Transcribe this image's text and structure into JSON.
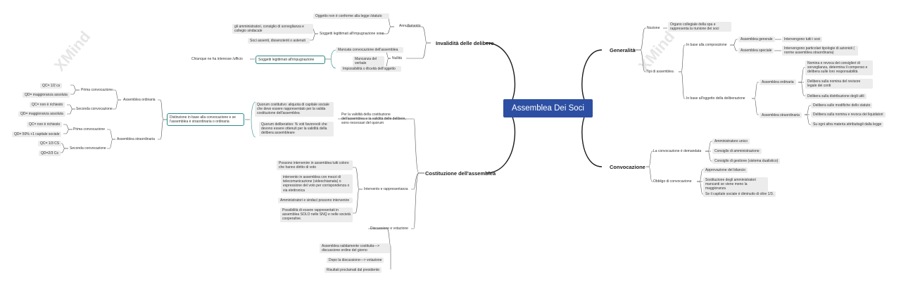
{
  "root": "Assemblea Dei Soci",
  "watermark": "XMind",
  "left": {
    "invalidita": {
      "title": "Invalidità delle delibere",
      "annullamento": "Annullamento",
      "a1": "Oggetto non è conforme alla legge /statuto",
      "sogg_legit": "Soggetti legittimati all'impugnazione sono",
      "s1": "gli amministratori, consiglio di sorveglianza e collegio sindacale",
      "s2": "Soci assenti, dissenzienti o astenuti",
      "nullita": "Nullità",
      "n1": "Mancata convocazione dell'assemblea",
      "n2": "Mancanza del verbale",
      "n3": "Impossibilità o illiceità dell'oggetto",
      "sogg_imp": "Soggetti legittimati all'impugnazione",
      "chiunque": "Chiunque ne ha interesse /ufficio"
    },
    "costituzione": {
      "title": "Costituzione dell'assemblea",
      "validita": "Per la validità della costituzione dell'assemblea e la validità delle delibere, sono necessari del quorum",
      "quorum_cost": "Quorum costitutivo: aliquota di capitale sociale che deve essere rappresentato per la valida costituzione dell'assemblea",
      "quorum_del": "Quorum deliberativo: % voti favorevoli che devono essere ottenuti per la validità della delibera assembleare",
      "distinzione": "Distinzione in base alla convocazione e se l'assemblea è straordinaria o ordinaria",
      "ordinaria": "Assemblea ordinaria",
      "prima1": "Prima convocazione",
      "qc1": "QC= 1/2 cs",
      "qd1": "QD= maggioranza assoluta",
      "seconda1": "Seconda convocazione",
      "qc2": "QC= non è richiesto",
      "qd2": "QD= maggioranza assoluta",
      "straordinaria": "Assemblea straordinaria",
      "prima2": "Prima convocazione",
      "qc3": "QC= non è richiesto",
      "qd3": "QD= 50% +1 capitale sociale",
      "seconda2": "Seconda convocazione",
      "qc4": "QC= 1/3 CS",
      "qd4": "QD=2/3 Cs",
      "intervento": "Intervento e rappresentanza",
      "i1": "Possono intervenire in assemblea tutti coloro che hanno diritto di voto",
      "i2": "intervento in assemblea con mezzi di telecomunicazione (videochiamata) o espressione del voto per corrispondenza o via elettronica",
      "i3": "Amministratori e sindaci possono intervenire",
      "i4": "Possibilità di essere rappresentati in assemblea SOLO nelle SNQ e nelle società cooperative.",
      "discussione": "Discussione e votazione",
      "d1": "Assemblea validamente costituita—> discussione ordine del giorno",
      "d2": "Dopo la discussione—> votazione",
      "d3": "Risultati proclamati dal presidente"
    }
  },
  "right": {
    "generalita": {
      "title": "Generalità",
      "nozione": "Nozione",
      "nozione_text": "Organo collegiale della spa e rappresenta la riunione dei soci",
      "tipi": "Tipi di assemblea",
      "composizione": "In base alla composizione",
      "generale": "Assemblea generale",
      "generale_text": "Intervengono tutti i soci",
      "speciale": "Assemblea speciale",
      "speciale_text": "Intervengono particolari tipologie di azionisti ( norme assemblea straordinaria)",
      "oggetto": "In base all'oggetto della deliberazione",
      "ordinaria": "Assemblea ordinaria",
      "o1": "Nomina e revoca dei consiglieri di sorveglianza, determina il compenso e delibera sulle loro responsabilità",
      "o2": "Delibera sulla nomina del revisore legale dei conti",
      "o3": "Delibera sulla distribuzione degli utili",
      "straordinaria": "Assemblea straordinaria",
      "st1": "Delibera sulle modifiche dello statuto",
      "st2": "Delibera sulla nomina e revoca dei liquidatori",
      "st3": "Su ogni altra materia attribuitagli dalla legge"
    },
    "convocazione": {
      "title": "Convocazione",
      "demandata": "La convocazione è demandata",
      "c1": "Amministratore unico",
      "c2": "Consiglio di amministrazione",
      "c3": "Consiglio di gestione (sistema dualistico)",
      "obbligo": "Obbligo di convocazione",
      "b1": "Approvazione del bilancio",
      "b2": "Sostituzione degli amministratori mancanti se viene meno la maggioranza",
      "b3": "Se il capitale sociale è diminuito di oltre 1/3."
    }
  }
}
